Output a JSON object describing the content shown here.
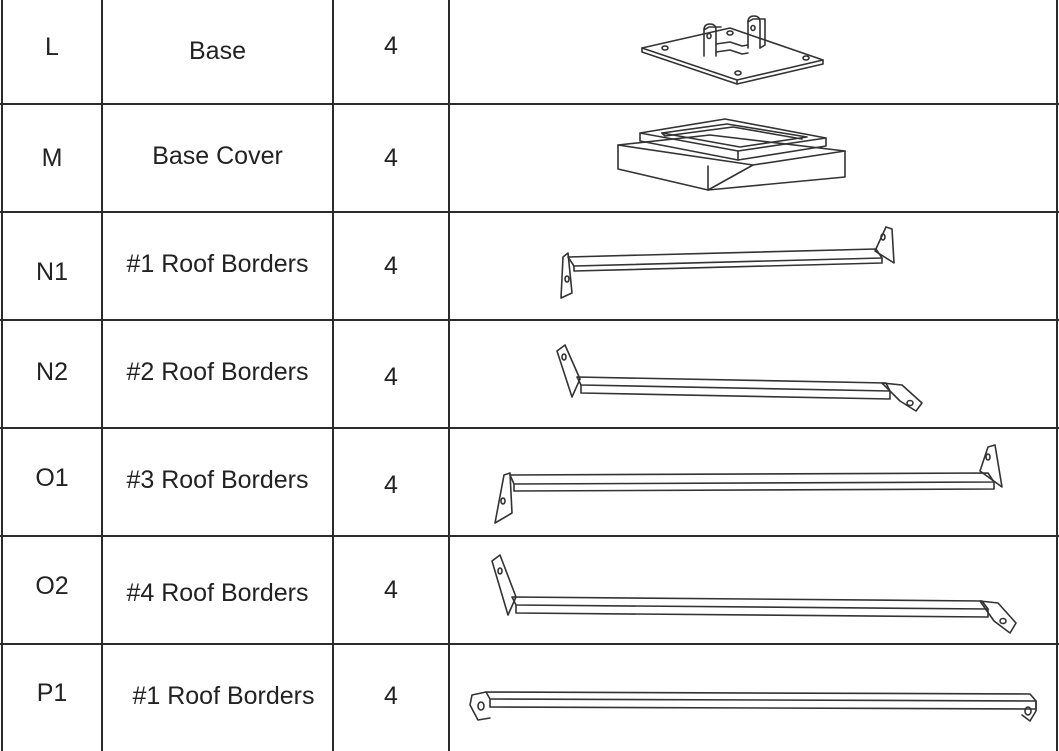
{
  "rows": [
    {
      "id": "L",
      "name": "Base",
      "qty": "4",
      "image": "base-plate-icon"
    },
    {
      "id": "M",
      "name": "Base Cover",
      "qty": "4",
      "image": "base-cover-icon"
    },
    {
      "id": "N1",
      "name": "#1 Roof Borders",
      "qty": "4",
      "image": "roof-border-bar-icon"
    },
    {
      "id": "N2",
      "name": "#2 Roof Borders",
      "qty": "4",
      "image": "roof-border-bar-icon"
    },
    {
      "id": "O1",
      "name": "#3 Roof Borders",
      "qty": "4",
      "image": "roof-border-bar-icon"
    },
    {
      "id": "O2",
      "name": "#4 Roof Borders",
      "qty": "4",
      "image": "roof-border-bar-icon"
    },
    {
      "id": "P1",
      "name": "#1 Roof Borders",
      "qty": "4",
      "image": "roof-border-bar-icon"
    }
  ]
}
